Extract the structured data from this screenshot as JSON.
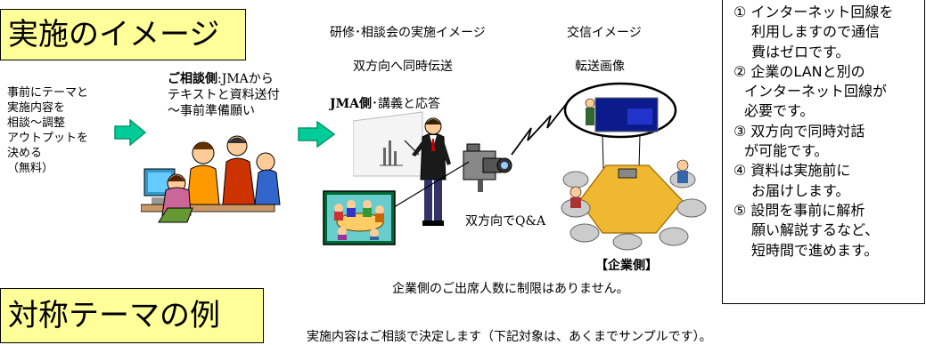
{
  "title_main": "実施のイメージ",
  "title_second": "対称テーマの例",
  "left_text": [
    "事前にテーマと",
    "実施内容を",
    "相談～調整",
    "アウトプットを",
    "決める",
    "（無料）"
  ],
  "consult": {
    "label_bold": "ご相談側",
    "label_rest": ":JMAから",
    "line2": "テキストと資料送付",
    "line3": "～事前準備願い"
  },
  "center": {
    "heading1": "研修･相談会の実施イメージ",
    "heading2": "双方向へ同時伝送",
    "jma_bold": "JMA側",
    "jma_rest": "･講義と応答"
  },
  "exchange": {
    "heading1": "交信イメージ",
    "heading2": "転送画像"
  },
  "qa_label": "双方向でQ&A",
  "company_label": "【企業側】",
  "attendance_note": "企業側のご出席人数に制限はありません。",
  "bottom_note": "実施内容はご相談で決定します（下記対象は、あくまでサンプルです）。",
  "right_panel": {
    "items": [
      [
        "① インターネット回線を",
        "利用しますので通信",
        "費はゼロです。"
      ],
      [
        "② 企業のLANと別の",
        "インターネット回線が",
        "必要です。"
      ],
      [
        "③ 双方向で同時対話",
        "が可能です。"
      ],
      [
        "④ 資料は実施前に",
        "お届けします。"
      ],
      [
        "⑤ 設問を事前に解析",
        "願い解説するなど、",
        "短時間で進めます。"
      ]
    ]
  },
  "colors": {
    "title_bg": "#ffff99",
    "arrow_fill": "#00cc99",
    "arrow_stroke": "#009966"
  }
}
